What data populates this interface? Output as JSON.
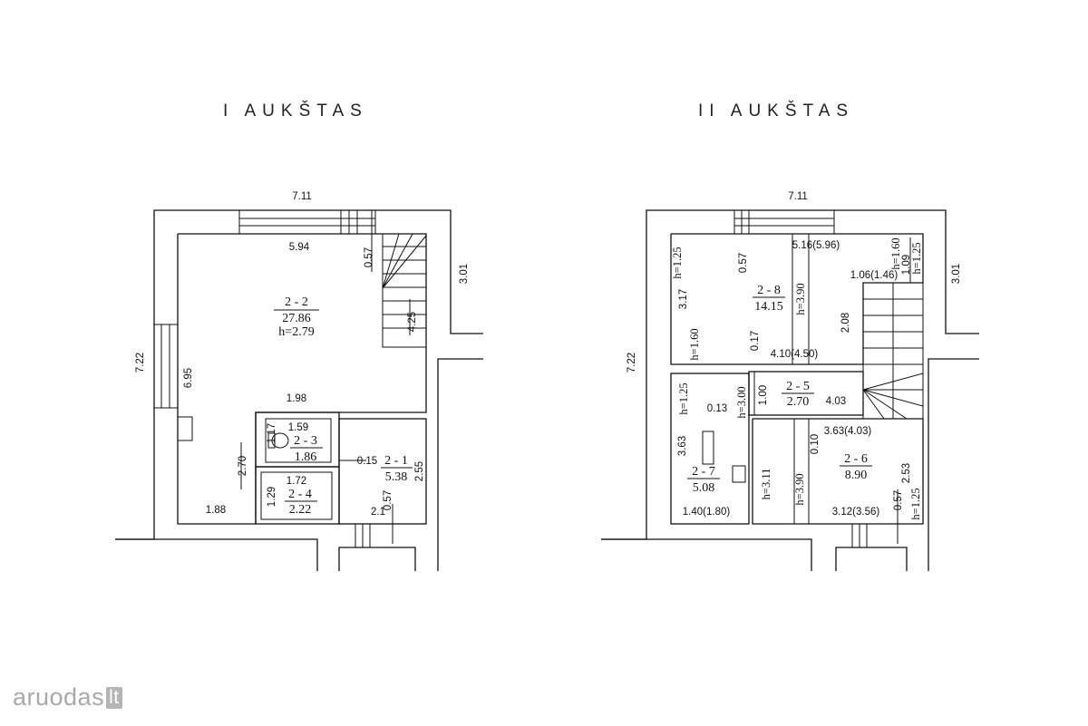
{
  "floors": [
    {
      "title": "I AUKŠTAS",
      "dims": {
        "top": "7.11",
        "side_left": "7.22",
        "side_right": "3.01",
        "inner_w": "5.94",
        "inner_left": "6.95",
        "stair_off": "0.57",
        "stair_len": "4.25",
        "mid": "1.98",
        "bottom_left": "1.88",
        "wc_w": "1.59",
        "wc_h": "2.70",
        "r4_w": "1.72",
        "r4_h": "1.29",
        "hall_gap": "0.15",
        "hall_h": "2.55",
        "hall_w": "2.1",
        "hall_small": "0.57",
        "toilet_h": "1.17"
      },
      "rooms": [
        {
          "id": "2 - 2",
          "area": "27.86",
          "height": "h=2.79"
        },
        {
          "id": "2 - 3",
          "area": "1.86",
          "height": ""
        },
        {
          "id": "2 - 4",
          "area": "2.22",
          "height": ""
        },
        {
          "id": "2 - 1",
          "area": "5.38",
          "height": ""
        }
      ]
    },
    {
      "title": "II AUKŠTAS",
      "dims": {
        "top": "7.11",
        "side_left": "7.22",
        "side_right": "3.01",
        "win_off": "0.57",
        "r8_w": "5.16(5.96)",
        "r8_h_top": "h=1.25",
        "r8_len": "3.17",
        "r8_h_low": "h=1.60",
        "r8_hmid": "h=3.90",
        "r8_right": "2.08",
        "r8_corner": "1.06(1.46)",
        "r8_c1": "h=1.60",
        "r8_c2": "1.09",
        "r8_c3": "h=1.25",
        "r8_bottom": "4.10(4.50)",
        "r8_017": "0.17",
        "r5_w": "4.03",
        "r5_h": "1.00",
        "r5_hh": "h=3.00",
        "r5_013": "0.13",
        "r7_h125": "h=1.25",
        "r7_h": "3.63",
        "r7_w": "1.40(1.80)",
        "r6_w": "3.63(4.03)",
        "r6_010": "0.10",
        "r6_h311": "h=3.11",
        "r6_h390": "h=3.90",
        "r6_h": "2.53",
        "r6_w2": "3.12(3.56)",
        "r6_057": "0.57",
        "r6_h125": "h=1.25"
      },
      "rooms": [
        {
          "id": "2 - 8",
          "area": "14.15"
        },
        {
          "id": "2 - 5",
          "area": "2.70"
        },
        {
          "id": "2 - 7",
          "area": "5.08"
        },
        {
          "id": "2 - 6",
          "area": "8.90"
        }
      ]
    }
  ],
  "watermark": {
    "brand": "aruodas",
    "suffix": "lt"
  }
}
